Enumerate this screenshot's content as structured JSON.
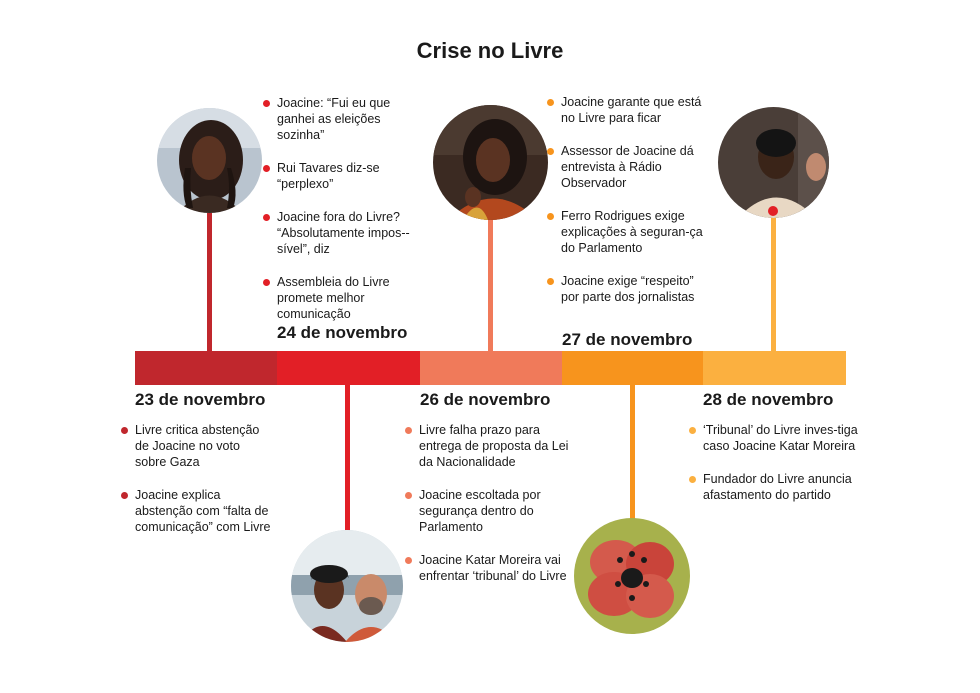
{
  "title": "Crise no Livre",
  "colors": {
    "nov23": "#c0272d",
    "nov24": "#e21f26",
    "nov26": "#f07a5a",
    "nov27": "#f7941d",
    "nov28": "#fbb040"
  },
  "dates": {
    "nov23": "23 de novembro",
    "nov24": "24 de novembro",
    "nov26": "26 de novembro",
    "nov27": "27 de novembro",
    "nov28": "28 de novembro"
  },
  "events": {
    "nov23": [
      "Livre critica abstenção de Joacine no voto sobre Gaza",
      "Joacine explica abstenção com “falta de comunicação” com Livre"
    ],
    "nov24": [
      "Joacine: “Fui eu que ganhei as eleições sozinha”",
      "Rui Tavares diz-se “perplexo”",
      "Joacine fora do Livre? “Absolutamente impos--sível”, diz",
      "Assembleia do Livre promete melhor comunicação"
    ],
    "nov26": [
      "Livre falha prazo para entrega de proposta da Lei da Nacionalidade",
      "Joacine escoltada por segurança dentro do Parlamento",
      "Joacine Katar Moreira vai enfrentar ‘tribunal’ do Livre"
    ],
    "nov27": [
      "Joacine garante que está no Livre para ficar",
      "Assessor de Joacine dá entrevista à Rádio Observador",
      "Ferro Rodrigues exige explicações à seguran-ça do Parlamento",
      "Joacine exige “respeito” por parte dos jornalistas"
    ],
    "nov28": [
      "‘Tribunal’ do Livre inves-tiga caso Joacine Katar Moreira",
      "Fundador do Livre anuncia afastamento do partido"
    ]
  }
}
